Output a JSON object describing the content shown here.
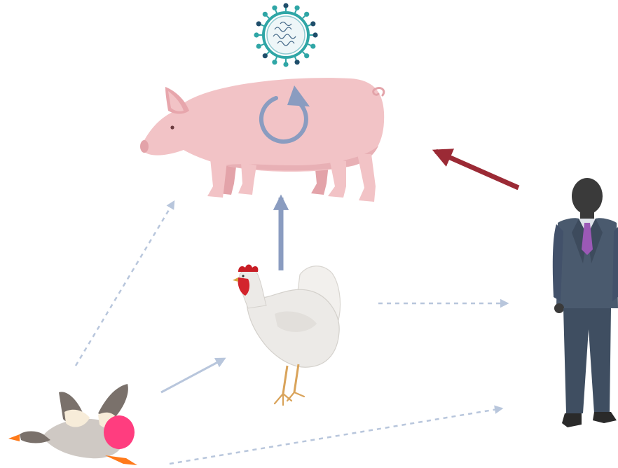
{
  "diagram": {
    "nodes": [
      {
        "id": "virus",
        "icon": "virus-icon"
      },
      {
        "id": "pig",
        "icon": "pig-icon",
        "overlay_icon": "reassortment-cycle-icon"
      },
      {
        "id": "chicken",
        "icon": "chicken-icon"
      },
      {
        "id": "goose",
        "icon": "goose-icon"
      },
      {
        "id": "human",
        "icon": "human-icon"
      }
    ],
    "edges": [
      {
        "from": "human",
        "to": "pig",
        "style": "solid",
        "color": "#9b2a35"
      },
      {
        "from": "chicken",
        "to": "pig",
        "style": "solid",
        "color": "#8a9cc0"
      },
      {
        "from": "goose",
        "to": "chicken",
        "style": "solid",
        "color": "#b8c6dc"
      },
      {
        "from": "goose",
        "to": "pig",
        "style": "dashed",
        "color": "#b8c6dc"
      },
      {
        "from": "chicken",
        "to": "human",
        "style": "dashed",
        "color": "#b8c6dc"
      },
      {
        "from": "goose",
        "to": "human",
        "style": "dashed",
        "color": "#b8c6dc"
      }
    ],
    "colors": {
      "pig": "#f2c3c6",
      "pig_shade": "#e3a3a9",
      "virus": "#2fa6a6",
      "cycle": "#8a9cc0",
      "suit": "#4a5a6e",
      "skin": "#3a3a3a",
      "tie": "#9b59b6",
      "goose_wing": "#7a716b",
      "goose_patch": "#f7ecd9",
      "goose_egg": "#ff3d7f",
      "goose_bill": "#ff7a1a",
      "chicken": "#eceae7",
      "comb": "#c81d25"
    }
  }
}
